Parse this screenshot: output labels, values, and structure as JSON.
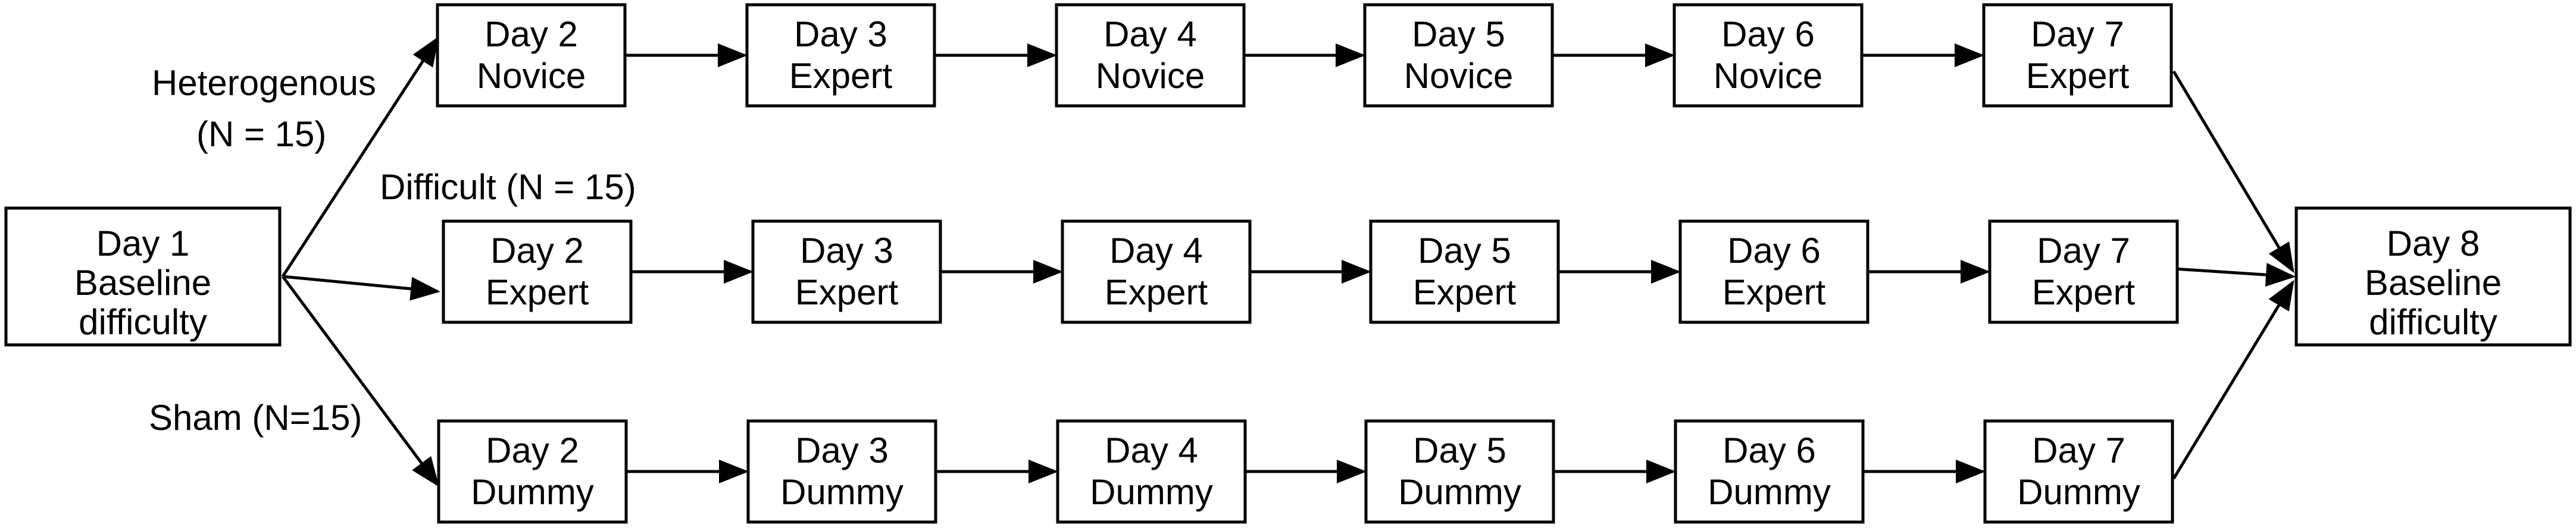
{
  "colors": {
    "stroke": "#000000",
    "background": "#ffffff",
    "text": "#000000"
  },
  "start": {
    "line1": "Day 1",
    "line2": "Baseline",
    "line3": "difficulty"
  },
  "end": {
    "line1": "Day 8",
    "line2": "Baseline",
    "line3": "difficulty"
  },
  "labels": {
    "heterogenous_1": "Heterogenous",
    "heterogenous_2": "(N = 15)",
    "difficult": "Difficult (N = 15)",
    "sham": "Sham (N=15)"
  },
  "rows": [
    {
      "group": "heterogenous",
      "days": [
        {
          "day": "Day 2",
          "level": "Novice"
        },
        {
          "day": "Day 3",
          "level": "Expert"
        },
        {
          "day": "Day 4",
          "level": "Novice"
        },
        {
          "day": "Day 5",
          "level": "Novice"
        },
        {
          "day": "Day 6",
          "level": "Novice"
        },
        {
          "day": "Day 7",
          "level": "Expert"
        }
      ]
    },
    {
      "group": "difficult",
      "days": [
        {
          "day": "Day 2",
          "level": "Expert"
        },
        {
          "day": "Day 3",
          "level": "Expert"
        },
        {
          "day": "Day 4",
          "level": "Expert"
        },
        {
          "day": "Day 5",
          "level": "Expert"
        },
        {
          "day": "Day 6",
          "level": "Expert"
        },
        {
          "day": "Day 7",
          "level": "Expert"
        }
      ]
    },
    {
      "group": "sham",
      "days": [
        {
          "day": "Day 2",
          "level": "Dummy"
        },
        {
          "day": "Day 3",
          "level": "Dummy"
        },
        {
          "day": "Day 4",
          "level": "Dummy"
        },
        {
          "day": "Day 5",
          "level": "Dummy"
        },
        {
          "day": "Day 6",
          "level": "Dummy"
        },
        {
          "day": "Day 7",
          "level": "Dummy"
        }
      ]
    }
  ]
}
